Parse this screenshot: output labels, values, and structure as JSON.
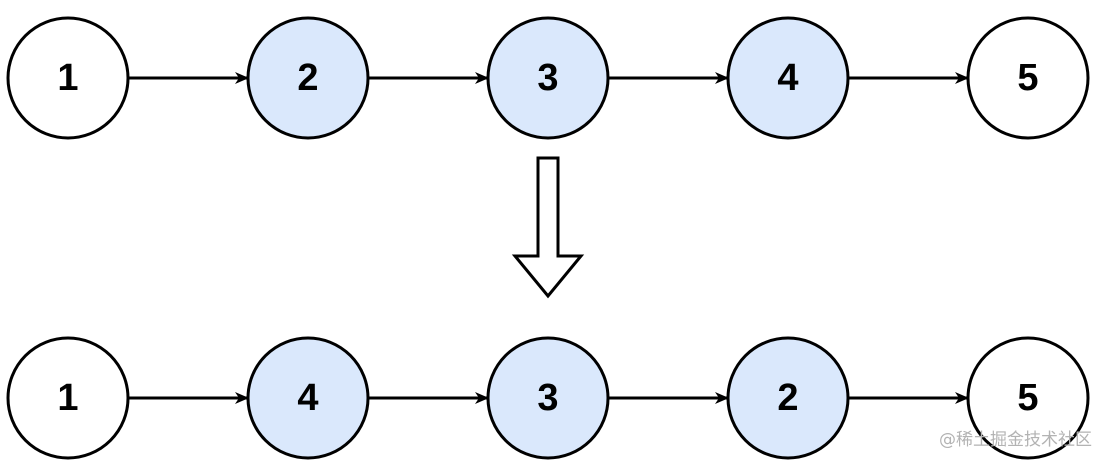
{
  "colors": {
    "highlight_fill": "#dae8fc",
    "plain_fill": "#ffffff",
    "stroke": "#000000"
  },
  "lists": [
    {
      "nodes": [
        {
          "label": "1",
          "highlighted": false
        },
        {
          "label": "2",
          "highlighted": true
        },
        {
          "label": "3",
          "highlighted": true
        },
        {
          "label": "4",
          "highlighted": true
        },
        {
          "label": "5",
          "highlighted": false
        }
      ]
    },
    {
      "nodes": [
        {
          "label": "1",
          "highlighted": false
        },
        {
          "label": "4",
          "highlighted": true
        },
        {
          "label": "3",
          "highlighted": true
        },
        {
          "label": "2",
          "highlighted": true
        },
        {
          "label": "5",
          "highlighted": false
        }
      ]
    }
  ],
  "watermark": "@稀土掘金技术社区"
}
